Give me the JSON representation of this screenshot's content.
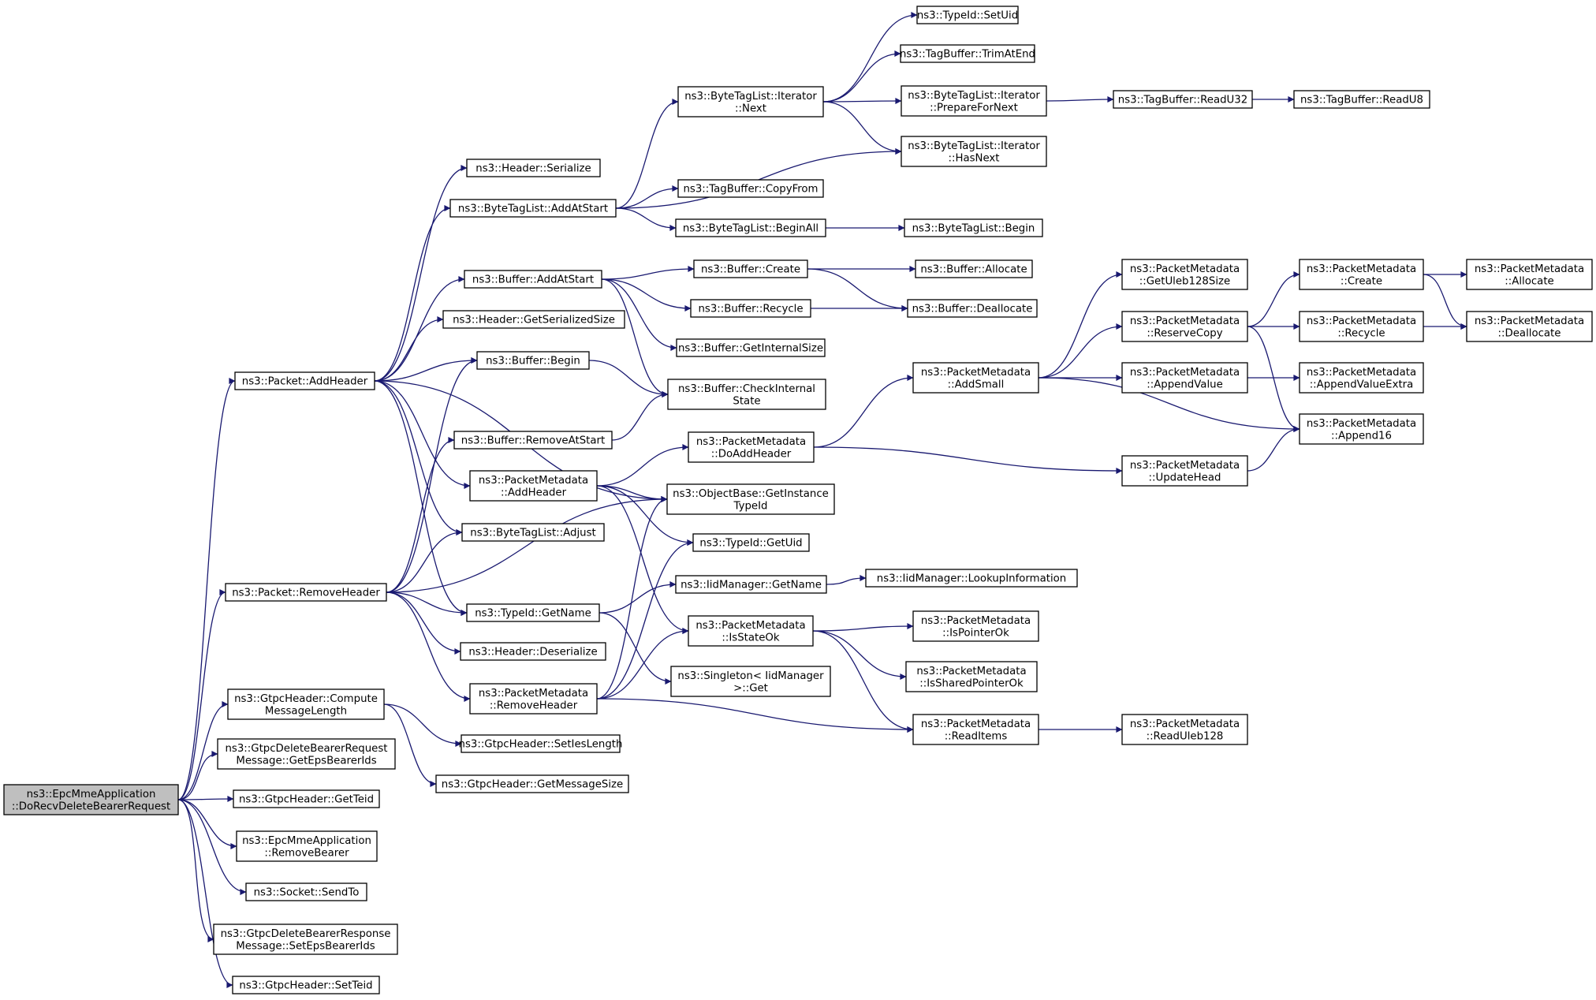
{
  "graph": {
    "edge_color": "#191970",
    "root_fill": "#bfbfbf",
    "node_fill": "#ffffff",
    "nodes": [
      {
        "id": "root",
        "lines": [
          "ns3::EpcMmeApplication",
          "::DoRecvDeleteBearerRequest"
        ],
        "root": true
      },
      {
        "id": "pkt_addheader",
        "lines": [
          "ns3::Packet::AddHeader"
        ]
      },
      {
        "id": "pkt_removeheader",
        "lines": [
          "ns3::Packet::RemoveHeader"
        ]
      },
      {
        "id": "gtpc_compute",
        "lines": [
          "ns3::GtpcHeader::Compute",
          "MessageLength"
        ]
      },
      {
        "id": "gtpc_delreq_get",
        "lines": [
          "ns3::GtpcDeleteBearerRequest",
          "Message::GetEpsBearerIds"
        ]
      },
      {
        "id": "gtpc_getteid",
        "lines": [
          "ns3::GtpcHeader::GetTeid"
        ]
      },
      {
        "id": "epc_removebearer",
        "lines": [
          "ns3::EpcMmeApplication",
          "::RemoveBearer"
        ]
      },
      {
        "id": "socket_sendto",
        "lines": [
          "ns3::Socket::SendTo"
        ]
      },
      {
        "id": "gtpc_delresp_set",
        "lines": [
          "ns3::GtpcDeleteBearerResponse",
          "Message::SetEpsBearerIds"
        ]
      },
      {
        "id": "gtpc_setteid",
        "lines": [
          "ns3::GtpcHeader::SetTeid"
        ]
      },
      {
        "id": "hdr_serialize",
        "lines": [
          "ns3::Header::Serialize"
        ]
      },
      {
        "id": "btl_addatstart",
        "lines": [
          "ns3::ByteTagList::AddAtStart"
        ]
      },
      {
        "id": "buf_addatstart",
        "lines": [
          "ns3::Buffer::AddAtStart"
        ]
      },
      {
        "id": "hdr_getsize",
        "lines": [
          "ns3::Header::GetSerializedSize"
        ]
      },
      {
        "id": "buf_begin",
        "lines": [
          "ns3::Buffer::Begin"
        ]
      },
      {
        "id": "buf_removeatstart",
        "lines": [
          "ns3::Buffer::RemoveAtStart"
        ]
      },
      {
        "id": "pm_addheader",
        "lines": [
          "ns3::PacketMetadata",
          "::AddHeader"
        ]
      },
      {
        "id": "btl_adjust",
        "lines": [
          "ns3::ByteTagList::Adjust"
        ]
      },
      {
        "id": "typeid_getname",
        "lines": [
          "ns3::TypeId::GetName"
        ]
      },
      {
        "id": "hdr_deserialize",
        "lines": [
          "ns3::Header::Deserialize"
        ]
      },
      {
        "id": "pm_removeheader",
        "lines": [
          "ns3::PacketMetadata",
          "::RemoveHeader"
        ]
      },
      {
        "id": "gtpc_setieslen",
        "lines": [
          "ns3::GtpcHeader::SetIesLength"
        ]
      },
      {
        "id": "gtpc_getmsgsize",
        "lines": [
          "ns3::GtpcHeader::GetMessageSize"
        ]
      },
      {
        "id": "btl_it_next",
        "lines": [
          "ns3::ByteTagList::Iterator",
          "::Next"
        ]
      },
      {
        "id": "tb_copyfrom",
        "lines": [
          "ns3::TagBuffer::CopyFrom"
        ]
      },
      {
        "id": "btl_beginall",
        "lines": [
          "ns3::ByteTagList::BeginAll"
        ]
      },
      {
        "id": "buf_create",
        "lines": [
          "ns3::Buffer::Create"
        ]
      },
      {
        "id": "buf_recycle",
        "lines": [
          "ns3::Buffer::Recycle"
        ]
      },
      {
        "id": "buf_getinternalsize",
        "lines": [
          "ns3::Buffer::GetInternalSize"
        ]
      },
      {
        "id": "buf_checkinternal",
        "lines": [
          "ns3::Buffer::CheckInternal",
          "State"
        ]
      },
      {
        "id": "pm_doaddheader",
        "lines": [
          "ns3::PacketMetadata",
          "::DoAddHeader"
        ]
      },
      {
        "id": "ob_getinstance",
        "lines": [
          "ns3::ObjectBase::GetInstance",
          "TypeId"
        ]
      },
      {
        "id": "typeid_getuid",
        "lines": [
          "ns3::TypeId::GetUid"
        ]
      },
      {
        "id": "iid_getname",
        "lines": [
          "ns3::IidManager::GetName"
        ]
      },
      {
        "id": "pm_isstateok",
        "lines": [
          "ns3::PacketMetadata",
          "::IsStateOk"
        ]
      },
      {
        "id": "singleton_get",
        "lines": [
          "ns3::Singleton< IidManager",
          ">::Get"
        ]
      },
      {
        "id": "typeid_setuid",
        "lines": [
          "ns3::TypeId::SetUid"
        ]
      },
      {
        "id": "tb_trimatend",
        "lines": [
          "ns3::TagBuffer::TrimAtEnd"
        ]
      },
      {
        "id": "btl_it_prepare",
        "lines": [
          "ns3::ByteTagList::Iterator",
          "::PrepareForNext"
        ]
      },
      {
        "id": "btl_it_hasnext",
        "lines": [
          "ns3::ByteTagList::Iterator",
          "::HasNext"
        ]
      },
      {
        "id": "btl_begin",
        "lines": [
          "ns3::ByteTagList::Begin"
        ]
      },
      {
        "id": "buf_allocate",
        "lines": [
          "ns3::Buffer::Allocate"
        ]
      },
      {
        "id": "buf_deallocate",
        "lines": [
          "ns3::Buffer::Deallocate"
        ]
      },
      {
        "id": "pm_addsmall",
        "lines": [
          "ns3::PacketMetadata",
          "::AddSmall"
        ]
      },
      {
        "id": "iid_lookup",
        "lines": [
          "ns3::IidManager::LookupInformation"
        ]
      },
      {
        "id": "pm_ispointerok",
        "lines": [
          "ns3::PacketMetadata",
          "::IsPointerOk"
        ]
      },
      {
        "id": "pm_issharedptrok",
        "lines": [
          "ns3::PacketMetadata",
          "::IsSharedPointerOk"
        ]
      },
      {
        "id": "pm_readitems",
        "lines": [
          "ns3::PacketMetadata",
          "::ReadItems"
        ]
      },
      {
        "id": "tb_readu32",
        "lines": [
          "ns3::TagBuffer::ReadU32"
        ]
      },
      {
        "id": "pm_getuleb",
        "lines": [
          "ns3::PacketMetadata",
          "::GetUleb128Size"
        ]
      },
      {
        "id": "pm_reservecopy",
        "lines": [
          "ns3::PacketMetadata",
          "::ReserveCopy"
        ]
      },
      {
        "id": "pm_appendvalue",
        "lines": [
          "ns3::PacketMetadata",
          "::AppendValue"
        ]
      },
      {
        "id": "pm_updatehead",
        "lines": [
          "ns3::PacketMetadata",
          "::UpdateHead"
        ]
      },
      {
        "id": "pm_readuleb",
        "lines": [
          "ns3::PacketMetadata",
          "::ReadUleb128"
        ]
      },
      {
        "id": "tb_readu8",
        "lines": [
          "ns3::TagBuffer::ReadU8"
        ]
      },
      {
        "id": "pm_create",
        "lines": [
          "ns3::PacketMetadata",
          "::Create"
        ]
      },
      {
        "id": "pm_recycle",
        "lines": [
          "ns3::PacketMetadata",
          "::Recycle"
        ]
      },
      {
        "id": "pm_appendvalueextra",
        "lines": [
          "ns3::PacketMetadata",
          "::AppendValueExtra"
        ]
      },
      {
        "id": "pm_append16",
        "lines": [
          "ns3::PacketMetadata",
          "::Append16"
        ]
      },
      {
        "id": "pm_allocate",
        "lines": [
          "ns3::PacketMetadata",
          "::Allocate"
        ]
      },
      {
        "id": "pm_deallocate",
        "lines": [
          "ns3::PacketMetadata",
          "::Deallocate"
        ]
      }
    ],
    "edges": [
      [
        "root",
        "pkt_addheader"
      ],
      [
        "root",
        "pkt_removeheader"
      ],
      [
        "root",
        "gtpc_compute"
      ],
      [
        "root",
        "gtpc_delreq_get"
      ],
      [
        "root",
        "gtpc_getteid"
      ],
      [
        "root",
        "epc_removebearer"
      ],
      [
        "root",
        "socket_sendto"
      ],
      [
        "root",
        "gtpc_delresp_set"
      ],
      [
        "root",
        "gtpc_setteid"
      ],
      [
        "pkt_addheader",
        "hdr_serialize"
      ],
      [
        "pkt_addheader",
        "btl_addatstart"
      ],
      [
        "pkt_addheader",
        "buf_addatstart"
      ],
      [
        "pkt_addheader",
        "hdr_getsize"
      ],
      [
        "pkt_addheader",
        "buf_begin"
      ],
      [
        "pkt_addheader",
        "pm_addheader"
      ],
      [
        "pkt_addheader",
        "btl_adjust"
      ],
      [
        "pkt_addheader",
        "typeid_getname"
      ],
      [
        "pkt_addheader",
        "ob_getinstance"
      ],
      [
        "pkt_removeheader",
        "buf_begin"
      ],
      [
        "pkt_removeheader",
        "buf_removeatstart"
      ],
      [
        "pkt_removeheader",
        "btl_adjust"
      ],
      [
        "pkt_removeheader",
        "typeid_getname"
      ],
      [
        "pkt_removeheader",
        "hdr_deserialize"
      ],
      [
        "pkt_removeheader",
        "pm_removeheader"
      ],
      [
        "pkt_removeheader",
        "ob_getinstance"
      ],
      [
        "gtpc_compute",
        "gtpc_setieslen"
      ],
      [
        "gtpc_compute",
        "gtpc_getmsgsize"
      ],
      [
        "btl_addatstart",
        "btl_it_next"
      ],
      [
        "btl_addatstart",
        "btl_it_hasnext"
      ],
      [
        "btl_addatstart",
        "tb_copyfrom"
      ],
      [
        "btl_addatstart",
        "btl_beginall"
      ],
      [
        "buf_addatstart",
        "buf_create"
      ],
      [
        "buf_addatstart",
        "buf_recycle"
      ],
      [
        "buf_addatstart",
        "buf_getinternalsize"
      ],
      [
        "buf_addatstart",
        "buf_checkinternal"
      ],
      [
        "buf_begin",
        "buf_checkinternal"
      ],
      [
        "buf_removeatstart",
        "buf_checkinternal"
      ],
      [
        "pm_addheader",
        "pm_doaddheader"
      ],
      [
        "pm_addheader",
        "ob_getinstance"
      ],
      [
        "pm_addheader",
        "typeid_getuid"
      ],
      [
        "pm_addheader",
        "pm_isstateok"
      ],
      [
        "typeid_getname",
        "iid_getname"
      ],
      [
        "typeid_getname",
        "singleton_get"
      ],
      [
        "pm_removeheader",
        "ob_getinstance"
      ],
      [
        "pm_removeheader",
        "typeid_getuid"
      ],
      [
        "pm_removeheader",
        "pm_isstateok"
      ],
      [
        "pm_removeheader",
        "pm_readitems"
      ],
      [
        "btl_it_next",
        "typeid_setuid"
      ],
      [
        "btl_it_next",
        "tb_trimatend"
      ],
      [
        "btl_it_next",
        "btl_it_prepare"
      ],
      [
        "btl_it_next",
        "btl_it_hasnext"
      ],
      [
        "btl_beginall",
        "btl_begin"
      ],
      [
        "buf_create",
        "buf_allocate"
      ],
      [
        "buf_create",
        "buf_deallocate"
      ],
      [
        "buf_recycle",
        "buf_deallocate"
      ],
      [
        "pm_doaddheader",
        "pm_addsmall"
      ],
      [
        "pm_doaddheader",
        "pm_updatehead"
      ],
      [
        "iid_getname",
        "iid_lookup"
      ],
      [
        "pm_isstateok",
        "pm_ispointerok"
      ],
      [
        "pm_isstateok",
        "pm_issharedptrok"
      ],
      [
        "pm_isstateok",
        "pm_readitems"
      ],
      [
        "btl_it_prepare",
        "tb_readu32"
      ],
      [
        "tb_readu32",
        "tb_readu8"
      ],
      [
        "pm_addsmall",
        "pm_getuleb"
      ],
      [
        "pm_addsmall",
        "pm_reservecopy"
      ],
      [
        "pm_addsmall",
        "pm_appendvalue"
      ],
      [
        "pm_addsmall",
        "pm_append16"
      ],
      [
        "pm_updatehead",
        "pm_append16"
      ],
      [
        "pm_readitems",
        "pm_readuleb"
      ],
      [
        "pm_reservecopy",
        "pm_create"
      ],
      [
        "pm_reservecopy",
        "pm_recycle"
      ],
      [
        "pm_reservecopy",
        "pm_append16"
      ],
      [
        "pm_appendvalue",
        "pm_appendvalueextra"
      ],
      [
        "pm_create",
        "pm_allocate"
      ],
      [
        "pm_create",
        "pm_deallocate"
      ],
      [
        "pm_recycle",
        "pm_deallocate"
      ]
    ]
  }
}
